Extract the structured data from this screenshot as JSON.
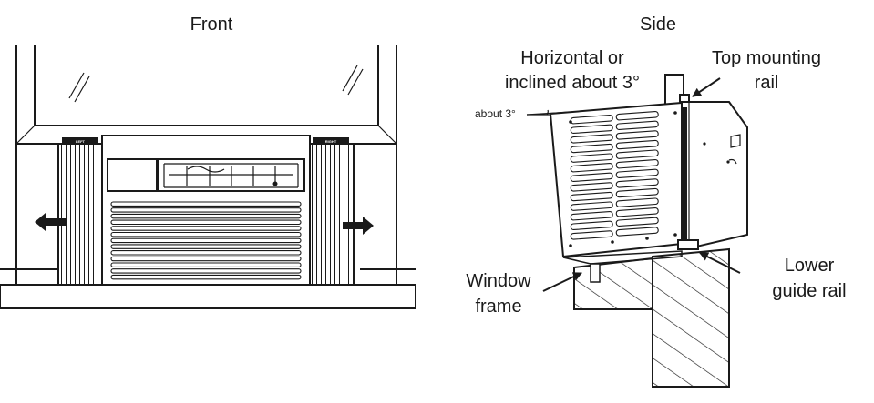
{
  "front": {
    "title": "Front"
  },
  "side": {
    "title": "Side"
  },
  "tags": {
    "left": "LEFT",
    "right": "RIGHT"
  },
  "labels": {
    "horizontal_l1": "Horizontal or",
    "horizontal_l2": "inclined about 3°",
    "about_angle": "about 3°",
    "top_rail_l1": "Top mounting",
    "top_rail_l2": "rail",
    "window_frame_l1": "Window",
    "window_frame_l2": "frame",
    "lower_rail_l1": "Lower",
    "lower_rail_l2": "guide rail"
  }
}
